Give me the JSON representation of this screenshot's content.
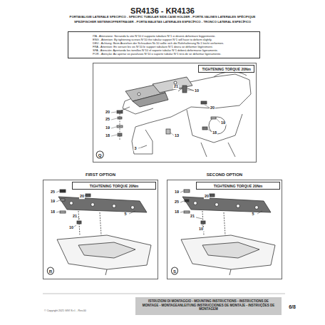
{
  "diagram": {
    "title": "SR4136 - KR4136",
    "nodes": [
      {
        "text": [
          "ITA - Attenzione: Serrando la vite N°10 il supporto tubolare N°1 si deverà deformare leggermente.",
          "ENG - Attention: By tightening screws N°10 the tubular support N°1 will have to deform slightly.",
          "DEU - Achtung: Beim Anziehen der Schrauben Nr.10 sollte sich die Rohrhalterung Nr.1 leicht verformen.",
          "FRA - Attention: En serrant les vis N°10 le support tubulaire N°1 devra se déformer légèrement.",
          "SPA - Atención: Apretando los tornillos N°10 el soporte tubular N°1 deberá deformarse ligeramente.",
          "POR - Atenção: Ao apertar os parafusos N°10 o suporte tubular N°1 terá de se deformar ligeiramente."
        ]
      },
      {
        "text": [
          "TIGHTENING TORQUE 20Nm"
        ]
      },
      {
        "text": [
          "FIRST OPTION",
          "TIGHTENING TORQUE 20Nm"
        ]
      },
      {
        "text": [
          "SECOND OPTION",
          "TIGHTENING TORQUE 20Nm"
        ]
      },
      {
        "text": [
          "ISTRUZIONI DI MONTAGGIO - MOUNTING INSTRUCTIONS - INSTRUCTIONS DE MONTAGE - MONTAGEANLEITUNG INSTRUCCIONES DE MONTAJE - INSTRUÇÕES DE MONTAGEM"
        ]
      }
    ],
    "labels": [
      "PORTAVALIGIE LATERALE SPECIFICO - SPECIFIC TUBULAR SIDE-CASE HOLDER - PORTE-VALISES LATERALES SPÉCIFIQUE",
      "SPEZIFISCHER SEITENKOFFERTRÄGER - PORTA MALETAS LATERALES ESPECÍFICO - TRONCO LATERAL ESPECÍFICO",
      "21",
      "10",
      "20",
      "25",
      "19",
      "18",
      "20",
      "19",
      "18",
      "13",
      "3",
      "Q",
      "25",
      "19",
      "18",
      "21",
      "10",
      "20",
      "5",
      "R",
      "19",
      "25",
      "18",
      "21",
      "20",
      "10",
      "5",
      "S",
      "6/8",
      "© Copyright 2021 GIVI S.r.l. - Rev.00"
    ]
  }
}
